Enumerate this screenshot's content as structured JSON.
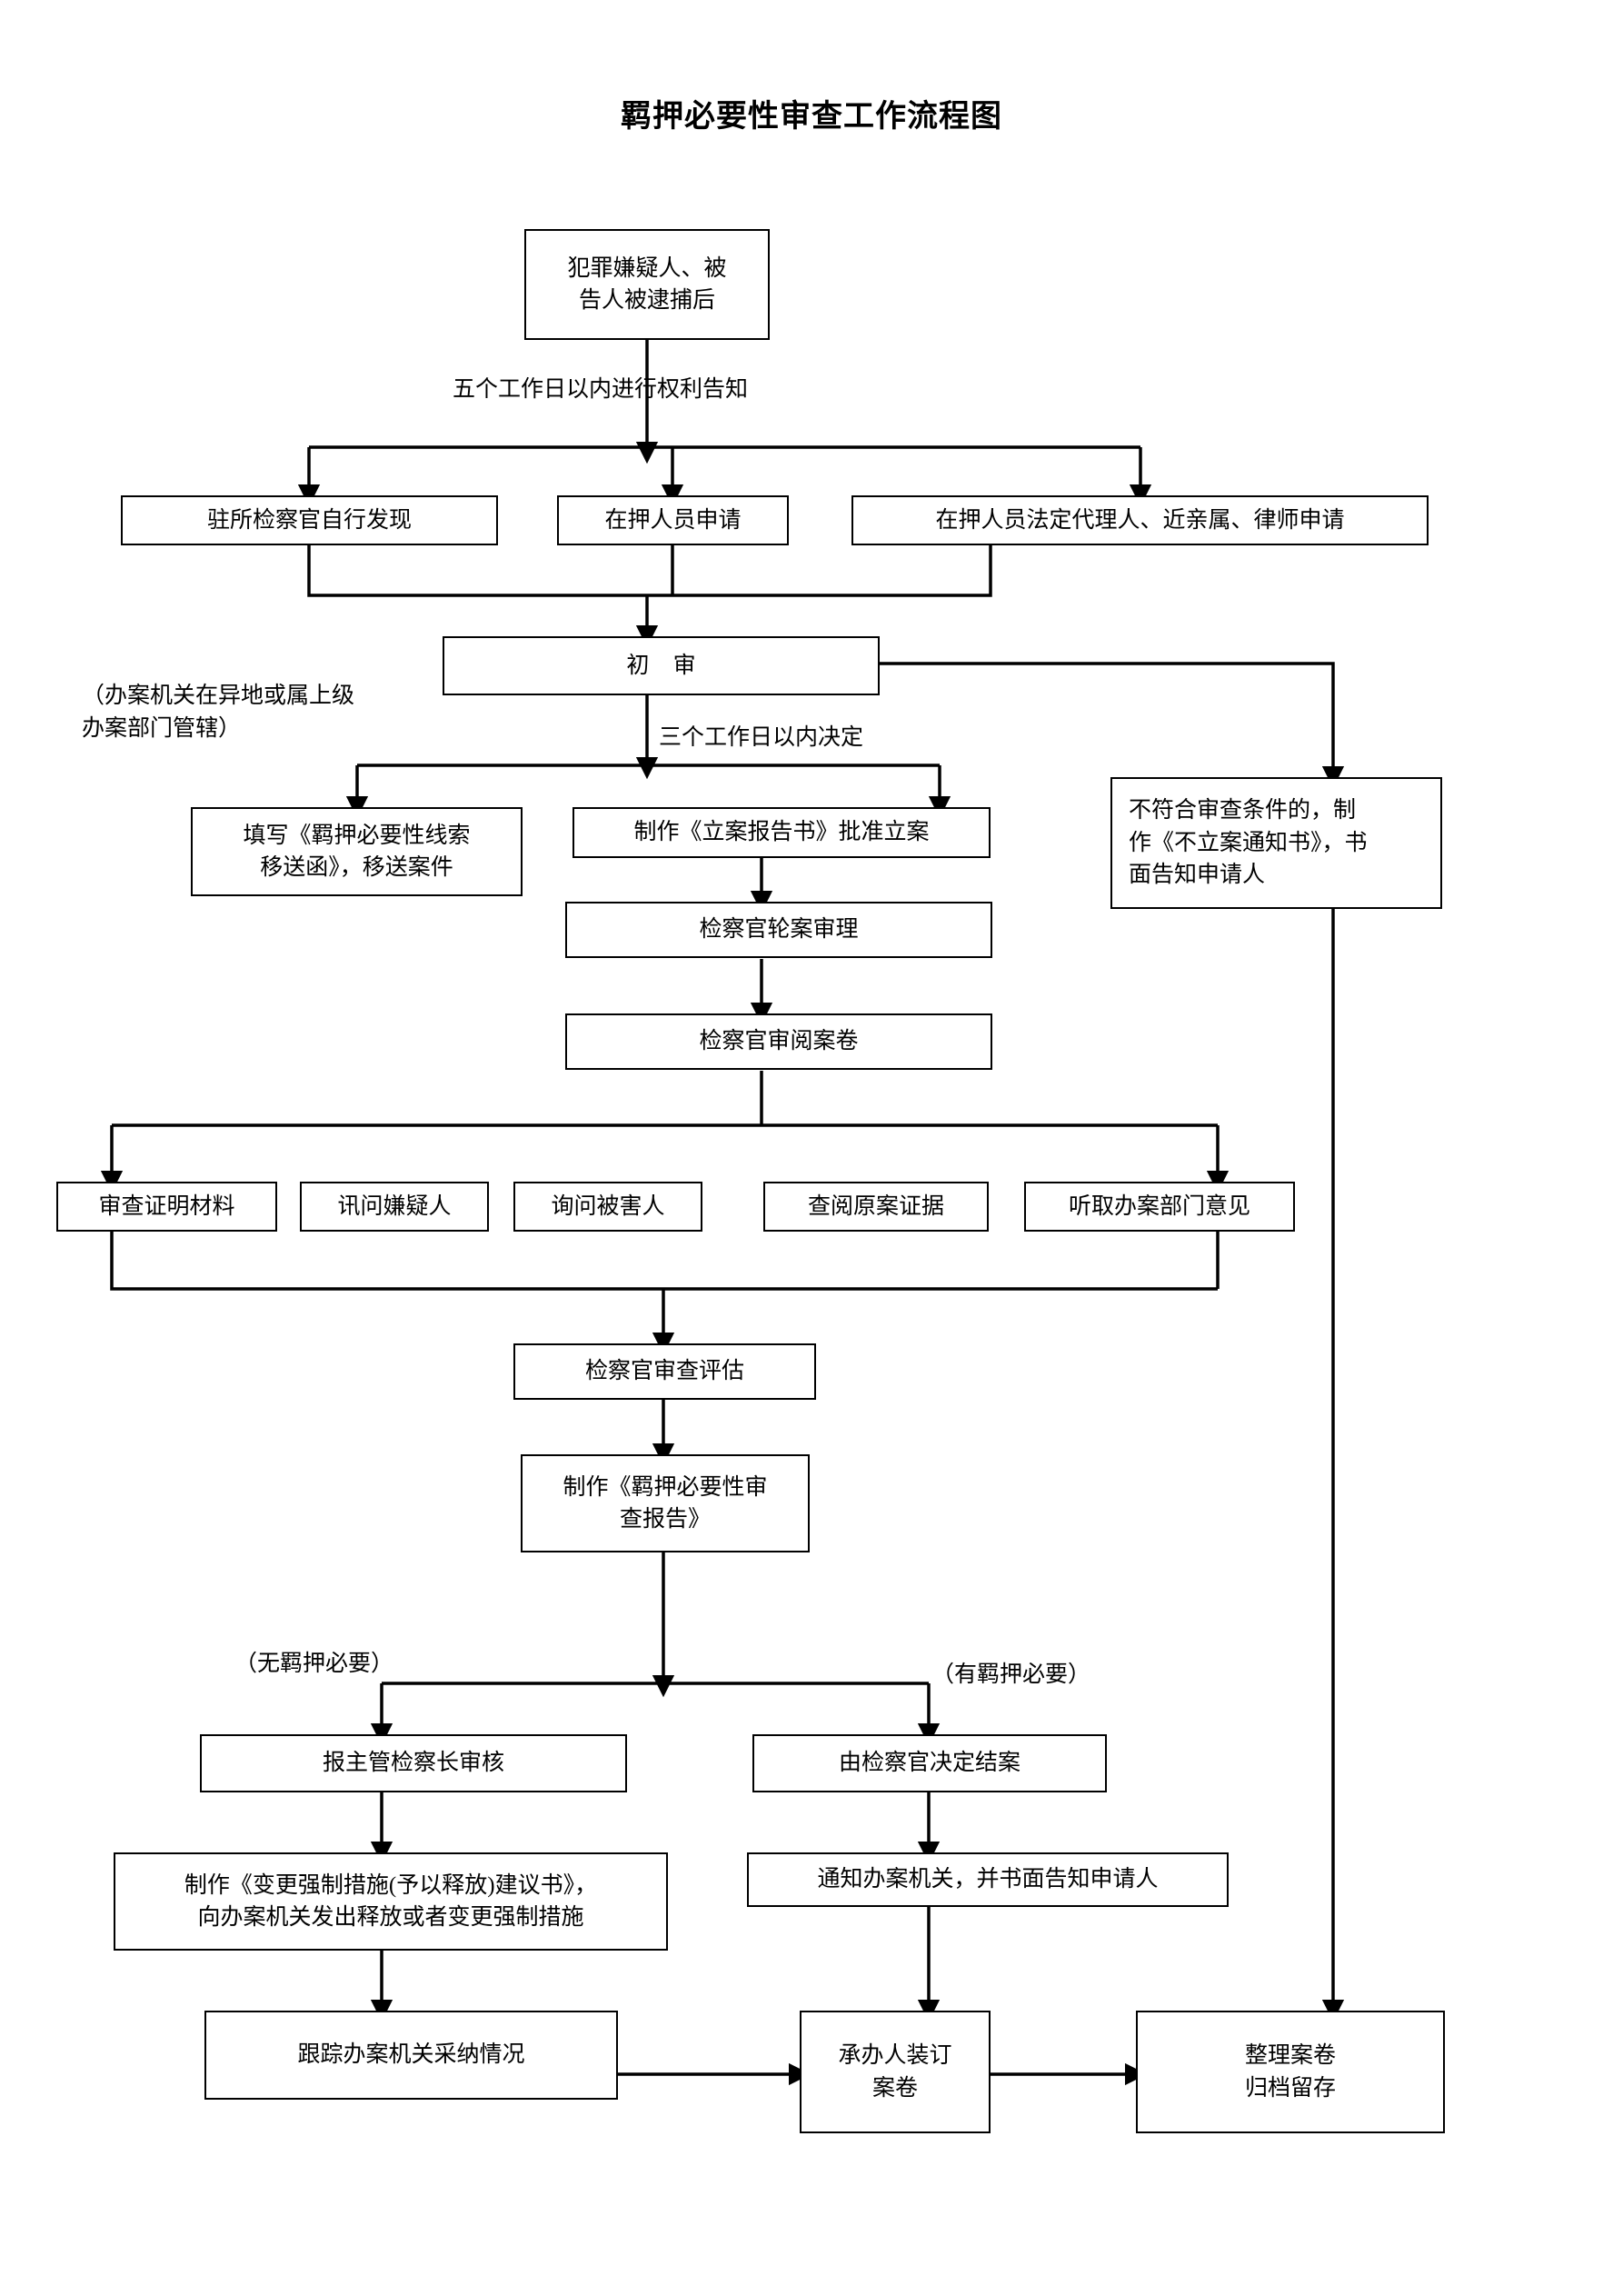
{
  "document": {
    "title": "羁押必要性审查工作流程图",
    "type": "flowchart"
  },
  "nodes": {
    "start": "犯罪嫌疑人、被\n告人被逮捕后",
    "source_self": "驻所检察官自行发现",
    "source_detainee": "在押人员申请",
    "source_agent": "在押人员法定代理人、近亲属、律师申请",
    "first_review": "初  审",
    "transfer_letter": "填写《羁押必要性线索\n移送函》，移送案件",
    "approve_case": "制作《立案报告书》批准立案",
    "no_case_notice": "不符合审查条件的，制\n作《不立案通知书》，书\n面告知申请人",
    "rotate_case": "检察官轮案审理",
    "read_file": "检察官审阅案卷",
    "check_evidence_material": "审查证明材料",
    "interrogate_suspect": "讯问嫌疑人",
    "question_victim": "询问被害人",
    "review_original_evidence": "查阅原案证据",
    "hear_department_opinion": "听取办案部门意见",
    "prosecutor_assess": "检察官审查评估",
    "make_report": "制作《羁押必要性审\n查报告》",
    "report_to_chief": "报主管检察长审核",
    "prosecutor_close": "由检察官决定结案",
    "suggestion_letter": "制作《变更强制措施(予以释放)建议书》，\n向办案机关发出释放或者变更强制措施",
    "notify_authority": "通知办案机关，并书面告知申请人",
    "follow_up": "跟踪办案机关采纳情况",
    "bind_file": "承办人装订\n案卷",
    "archive_file": "整理案卷\n归档留存"
  },
  "notes": {
    "jurisdiction": "（办案机关在异地或属上级\n办案部门管辖）"
  },
  "edge_labels": {
    "five_days": "五个工作日以内进行权利告知",
    "three_days": "三个工作日以内决定",
    "no_detention_need": "（无羁押必要）",
    "has_detention_need": "（有羁押必要）"
  },
  "colors": {
    "stroke": "#000000",
    "fill": "#ffffff",
    "text": "#000000"
  }
}
